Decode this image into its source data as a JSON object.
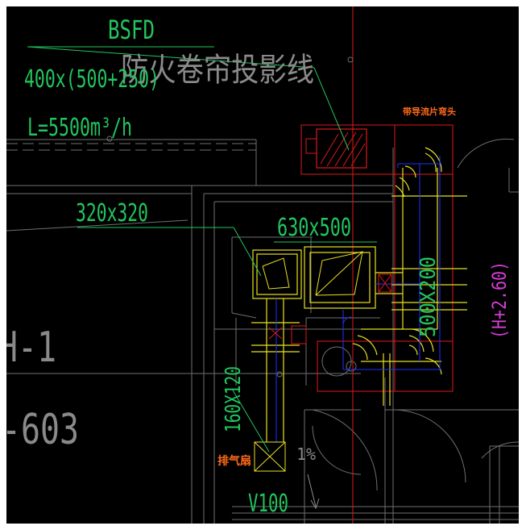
{
  "colors": {
    "background": "#000000",
    "green_text": "#22c55e",
    "gray_text": "#8a8a8a",
    "orange_text": "#ff6a1a",
    "magenta_text": "#d43dd4",
    "duct_yellow": "#e8e020",
    "red_outline": "#e01818",
    "blue_line": "#2030ff",
    "gray_line": "#6f6f6f"
  },
  "labels": {
    "bsfd": "BSFD",
    "fire_curtain": "防火卷帘投影线",
    "main_duct_size": "400x(500+250)",
    "airflow": "L=5500m³/h",
    "duct_320": "320x320",
    "duct_630": "630x500",
    "guide_vane": "带导流片弯头",
    "duct_500x200": "500X200",
    "elevation": "(H+2.60)",
    "duct_160": "160X120",
    "exhaust_fan": "排气扇",
    "v100": "V100",
    "slope": "1%",
    "room_tag": "H-1",
    "room_number": "-603"
  }
}
